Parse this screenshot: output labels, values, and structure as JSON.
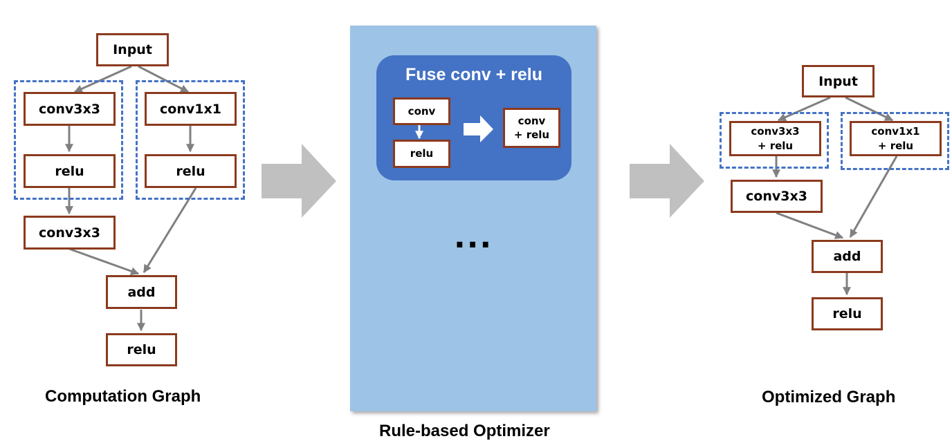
{
  "computation_graph": {
    "nodes": {
      "input": "Input",
      "conv3x3_a": "conv3x3",
      "conv1x1": "conv1x1",
      "relu_a": "relu",
      "relu_b": "relu",
      "conv3x3_b": "conv3x3",
      "add": "add",
      "relu_out": "relu"
    },
    "caption": "Computation Graph"
  },
  "optimizer": {
    "rule_title": "Fuse conv + relu",
    "rule_before_top": "conv",
    "rule_before_bottom": "relu",
    "rule_after_line1": "conv",
    "rule_after_line2": "+ relu",
    "ellipsis": "...",
    "caption": "Rule-based Optimizer"
  },
  "optimized_graph": {
    "nodes": {
      "input": "Input",
      "fused_a_line1": "conv3x3",
      "fused_a_line2": "+ relu",
      "fused_b_line1": "conv1x1",
      "fused_b_line2": "+ relu",
      "conv3x3": "conv3x3",
      "add": "add",
      "relu": "relu"
    },
    "caption": "Optimized Graph"
  },
  "colors": {
    "node_border": "#8B3A1E",
    "group_dash": "#4472C4",
    "panel_bg": "#9DC3E6",
    "rule_box_bg": "#4472C4",
    "edge": "#808080",
    "big_arrow": "#C0C0C0"
  }
}
